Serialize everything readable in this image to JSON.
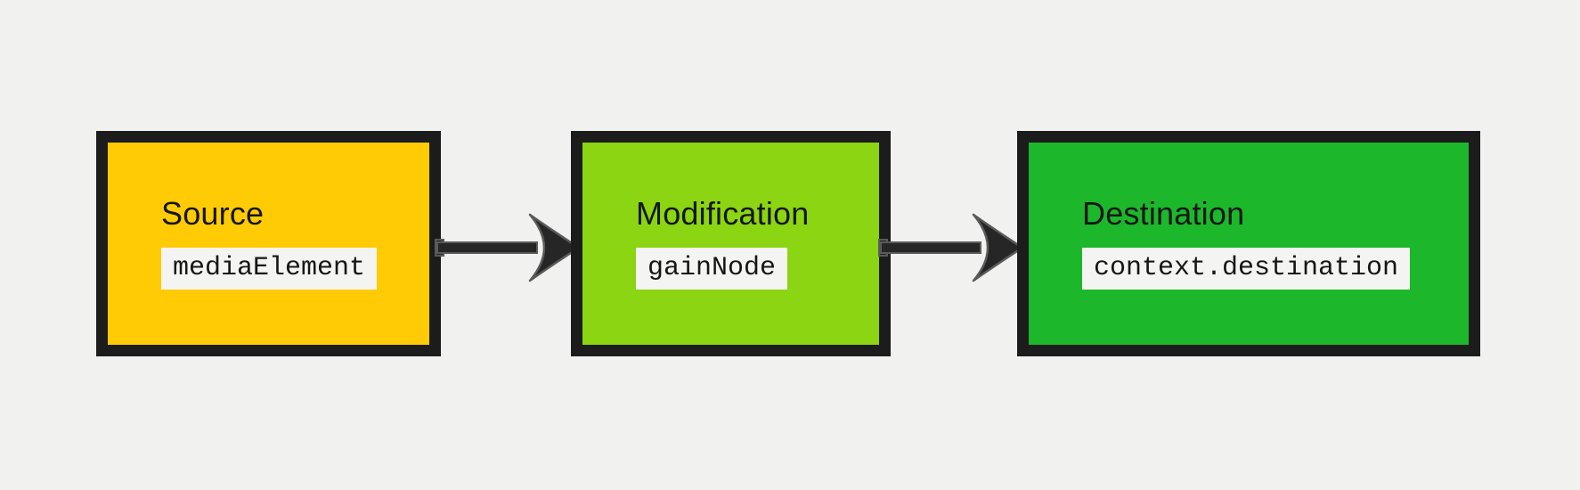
{
  "diagram": {
    "nodes": [
      {
        "id": "source",
        "title": "Source",
        "code": "mediaElement",
        "fill": "#ffcb05"
      },
      {
        "id": "modification",
        "title": "Modification",
        "code": "gainNode",
        "fill": "#8bd512"
      },
      {
        "id": "destination",
        "title": "Destination",
        "code": "context.destination",
        "fill": "#1cb72b"
      }
    ],
    "arrows": [
      {
        "from": "source",
        "to": "modification"
      },
      {
        "from": "modification",
        "to": "destination"
      }
    ],
    "colors": {
      "page_bg": "#f1f1f0",
      "node_border": "#1c1c1c",
      "text": "#161616",
      "chip_bg": "#f4f4f2",
      "arrow_fill": "#262626",
      "arrow_stroke": "#5a5a5a"
    }
  }
}
